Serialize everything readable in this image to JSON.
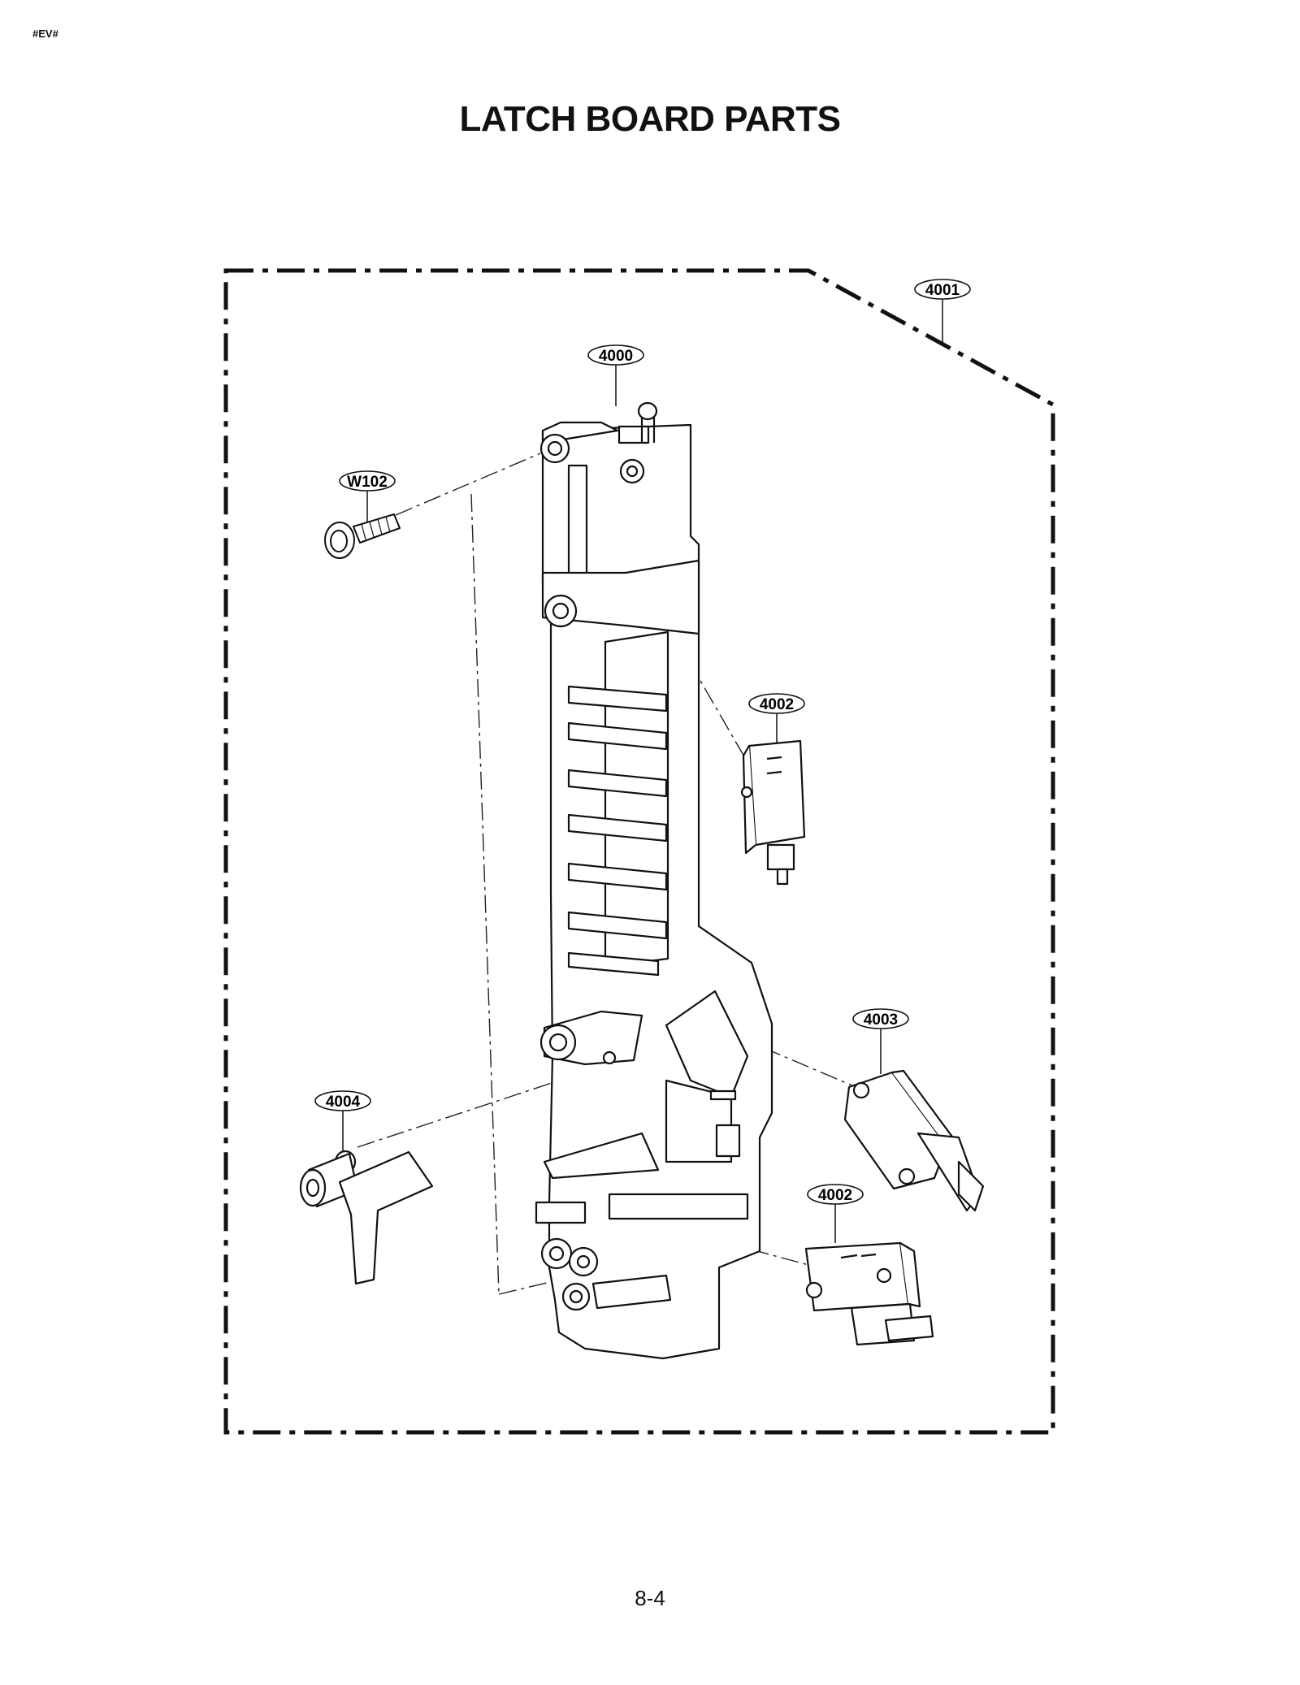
{
  "header": {
    "corner_tag": "#EV#",
    "title": "LATCH BOARD PARTS"
  },
  "callouts": {
    "frame": "4001",
    "latch_board": "4000",
    "screw": "W102",
    "switch_upper": "4002",
    "switch_middle": "4003",
    "lever": "4004",
    "switch_lower": "4002"
  },
  "footer": {
    "page_number": "8-4"
  }
}
